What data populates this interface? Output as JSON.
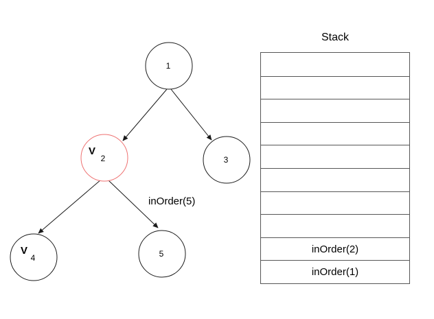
{
  "tree": {
    "annotation": "inOrder(5)",
    "visited_mark": "V",
    "nodes": [
      {
        "id": "1",
        "label": "1",
        "visited": false,
        "highlighted": false
      },
      {
        "id": "2",
        "label": "2",
        "visited": true,
        "highlighted": true
      },
      {
        "id": "3",
        "label": "3",
        "visited": false,
        "highlighted": false
      },
      {
        "id": "4",
        "label": "4",
        "visited": true,
        "highlighted": false
      },
      {
        "id": "5",
        "label": "5",
        "visited": false,
        "highlighted": false
      }
    ],
    "edges": [
      {
        "from": "1",
        "to": "2"
      },
      {
        "from": "1",
        "to": "3"
      },
      {
        "from": "2",
        "to": "4"
      },
      {
        "from": "2",
        "to": "5"
      }
    ]
  },
  "stack": {
    "title": "Stack",
    "rows": [
      "",
      "",
      "",
      "",
      "",
      "",
      "",
      "",
      "inOrder(2)",
      "inOrder(1)"
    ]
  },
  "colors": {
    "node_stroke": "#1a1a1a",
    "highlighted_node_stroke": "#ee7070",
    "edge": "#1a1a1a",
    "text": "#000000",
    "table_border": "#555555",
    "background": "#ffffff"
  }
}
